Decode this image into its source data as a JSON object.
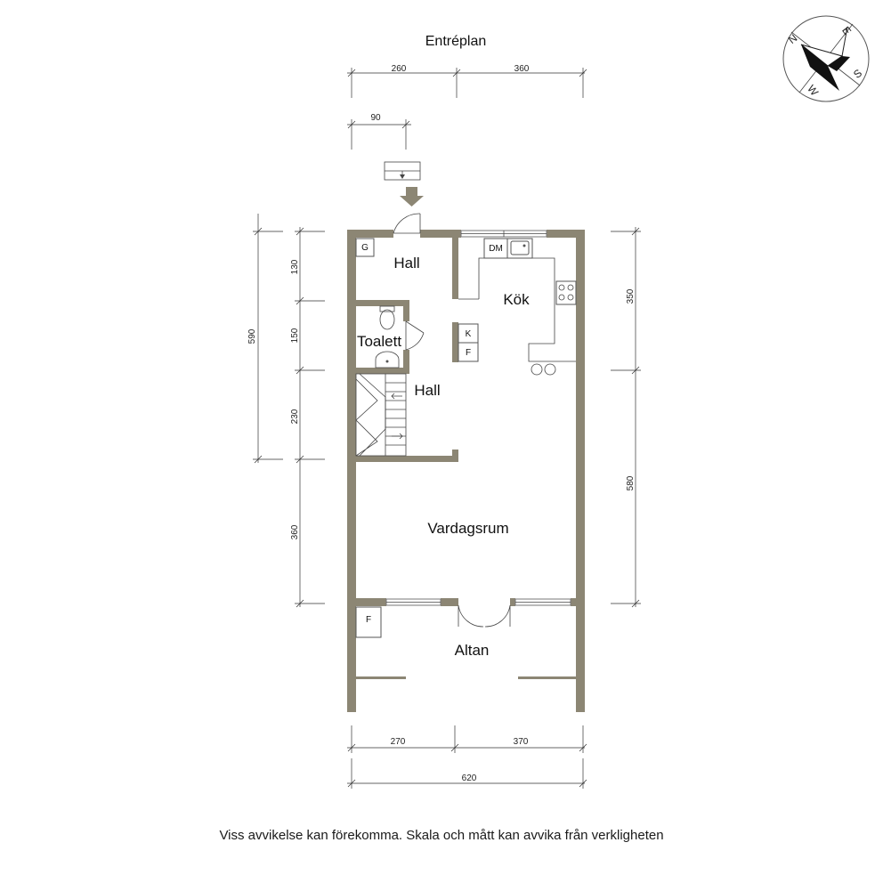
{
  "title": "Entréplan",
  "disclaimer": "Viss avvikelse kan förekomma. Skala och mått kan avvika från verkligheten",
  "rooms": {
    "hall_top": "Hall",
    "kok": "Kök",
    "toalett": "Toalett",
    "hall_mid": "Hall",
    "vardagsrum": "Vardagsrum",
    "altan": "Altan"
  },
  "fixtures": {
    "g": "G",
    "dm": "DM",
    "k": "K",
    "f_kitchen": "F",
    "f_altan": "F"
  },
  "dimensions": {
    "top_left": "260",
    "top_right": "360",
    "door_width": "90",
    "left_outer": "590",
    "left_a": "130",
    "left_b": "150",
    "left_c": "230",
    "left_d": "360",
    "right_a": "350",
    "right_b": "580",
    "bottom_left": "270",
    "bottom_right": "370",
    "bottom_total": "620"
  },
  "compass": {
    "n": "N",
    "e": "E",
    "s": "S",
    "w": "W"
  },
  "colors": {
    "wall": "#8c8674",
    "entrance_arrow": "#8c8674"
  }
}
